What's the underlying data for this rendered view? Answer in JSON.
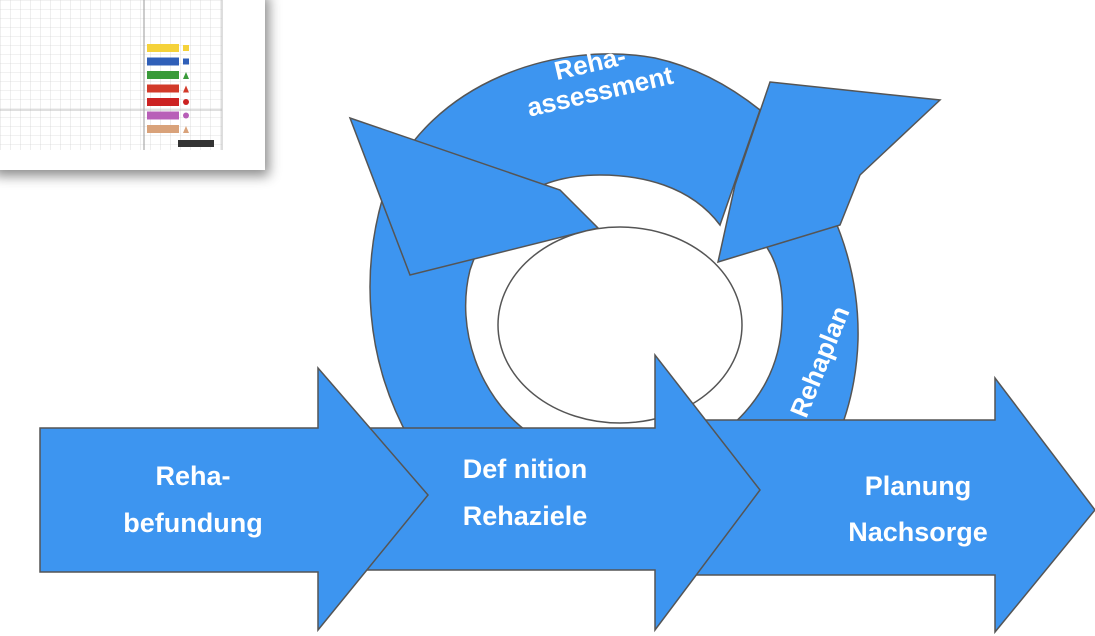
{
  "colors": {
    "arrow_fill": "#3d95f0",
    "arrow_stroke": "#555555",
    "label_text": "#ffffff",
    "thumbnail_grid": "#c8c8c8"
  },
  "thumbnail": {
    "legend_items": [
      {
        "color": "#f5d23a",
        "marker": "square"
      },
      {
        "color": "#2f5fb8",
        "marker": "square"
      },
      {
        "color": "#3a9a3a",
        "marker": "triangle"
      },
      {
        "color": "#d23a2a",
        "marker": "triangle"
      },
      {
        "color": "#cc2222",
        "marker": "circle"
      },
      {
        "color": "#b85fb8",
        "marker": "circle"
      },
      {
        "color": "#d9a27a",
        "marker": "triangle"
      }
    ]
  },
  "diagram": {
    "cycle_top_label": [
      "Reha-",
      "assessment"
    ],
    "cycle_right_label": "Rehaplan",
    "steps": [
      {
        "lines": [
          "Reha-",
          "befundung"
        ]
      },
      {
        "lines": [
          "Def nition",
          "Rehaziele"
        ]
      },
      {
        "lines": [
          "Planung",
          "Nachsorge"
        ]
      }
    ]
  }
}
